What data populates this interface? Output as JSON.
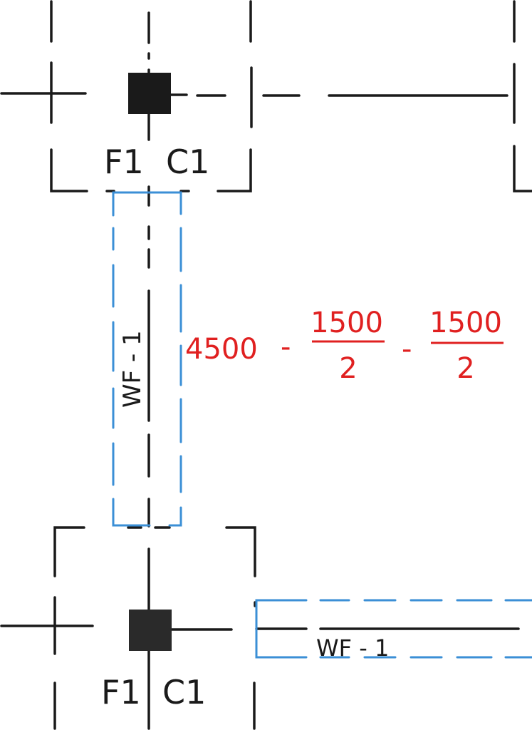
{
  "labels": {
    "top_footing": "F1",
    "top_column": "C1",
    "bottom_footing": "F1",
    "bottom_column": "C1",
    "wall_vertical": "WF - 1",
    "wall_horizontal": "WF - 1"
  },
  "formula": {
    "base": "4500",
    "minus1": "-",
    "term1_numerator": "1500",
    "term1_denominator": "2",
    "minus2": "-",
    "term2_numerator": "1500",
    "term2_denominator": "2"
  },
  "colors": {
    "ink": "#1a1a1a",
    "footing_outline": "#3b8fd6",
    "formula": "#e02020",
    "column": "#1a1a1a"
  }
}
